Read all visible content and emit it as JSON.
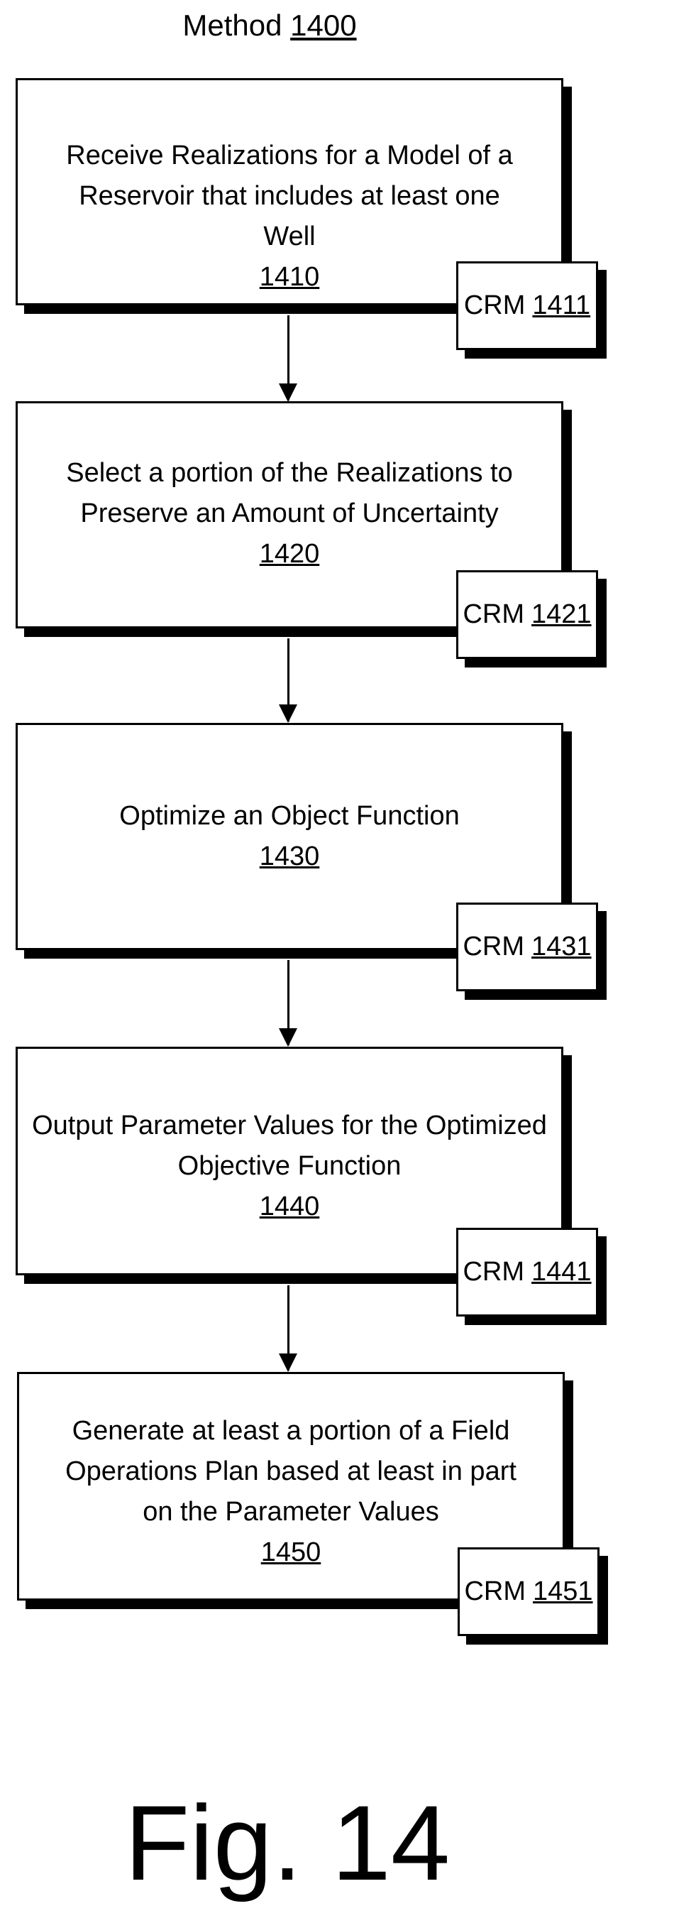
{
  "title": {
    "label": "Method",
    "number": "1400"
  },
  "steps": [
    {
      "text": "Receive Realizations for a Model of a Reservoir that includes at least one Well",
      "ref": "1410",
      "crm_label": "CRM",
      "crm_ref": "1411"
    },
    {
      "text": "Select a portion of the Realizations to Preserve an Amount of Uncertainty",
      "ref": "1420",
      "crm_label": "CRM",
      "crm_ref": "1421"
    },
    {
      "text": "Optimize an Object Function",
      "ref": "1430",
      "crm_label": "CRM",
      "crm_ref": "1431"
    },
    {
      "text": "Output Parameter Values for the Optimized Objective Function",
      "ref": "1440",
      "crm_label": "CRM",
      "crm_ref": "1441"
    },
    {
      "text": "Generate at least a portion of a Field Operations Plan based at least in part on the Parameter Values",
      "ref": "1450",
      "crm_label": "CRM",
      "crm_ref": "1451"
    }
  ],
  "figure_label": "Fig. 14"
}
